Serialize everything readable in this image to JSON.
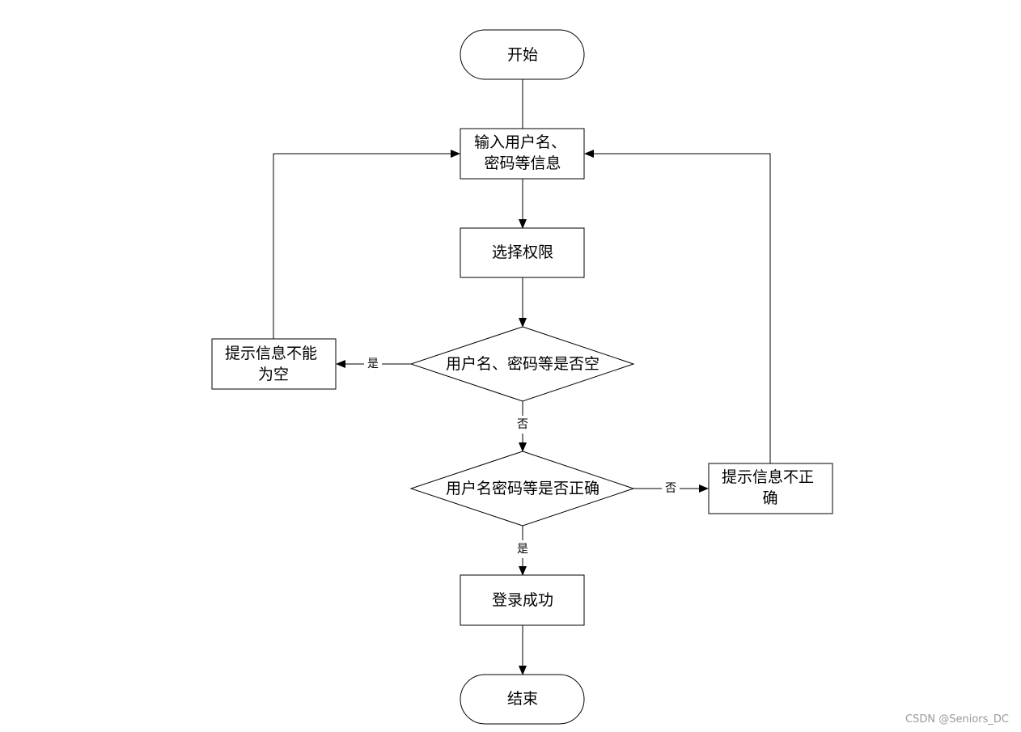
{
  "nodes": {
    "start": {
      "lines": [
        "开始"
      ]
    },
    "input_credentials": {
      "lines": [
        "输入用户名、",
        "密码等信息"
      ]
    },
    "select_permission": {
      "lines": [
        "选择权限"
      ]
    },
    "check_empty": {
      "lines": [
        "用户名、密码等是否空"
      ]
    },
    "prompt_not_empty": {
      "lines": [
        "提示信息不能",
        "为空"
      ]
    },
    "check_correct": {
      "lines": [
        "用户名密码等是否正确"
      ]
    },
    "prompt_incorrect": {
      "lines": [
        "提示信息不正",
        "确"
      ]
    },
    "login_success": {
      "lines": [
        "登录成功"
      ]
    },
    "end": {
      "lines": [
        "结束"
      ]
    }
  },
  "edges": {
    "empty_yes": "是",
    "empty_no": "否",
    "correct_no": "否",
    "correct_yes": "是"
  },
  "watermark": "CSDN @Seniors_DC"
}
